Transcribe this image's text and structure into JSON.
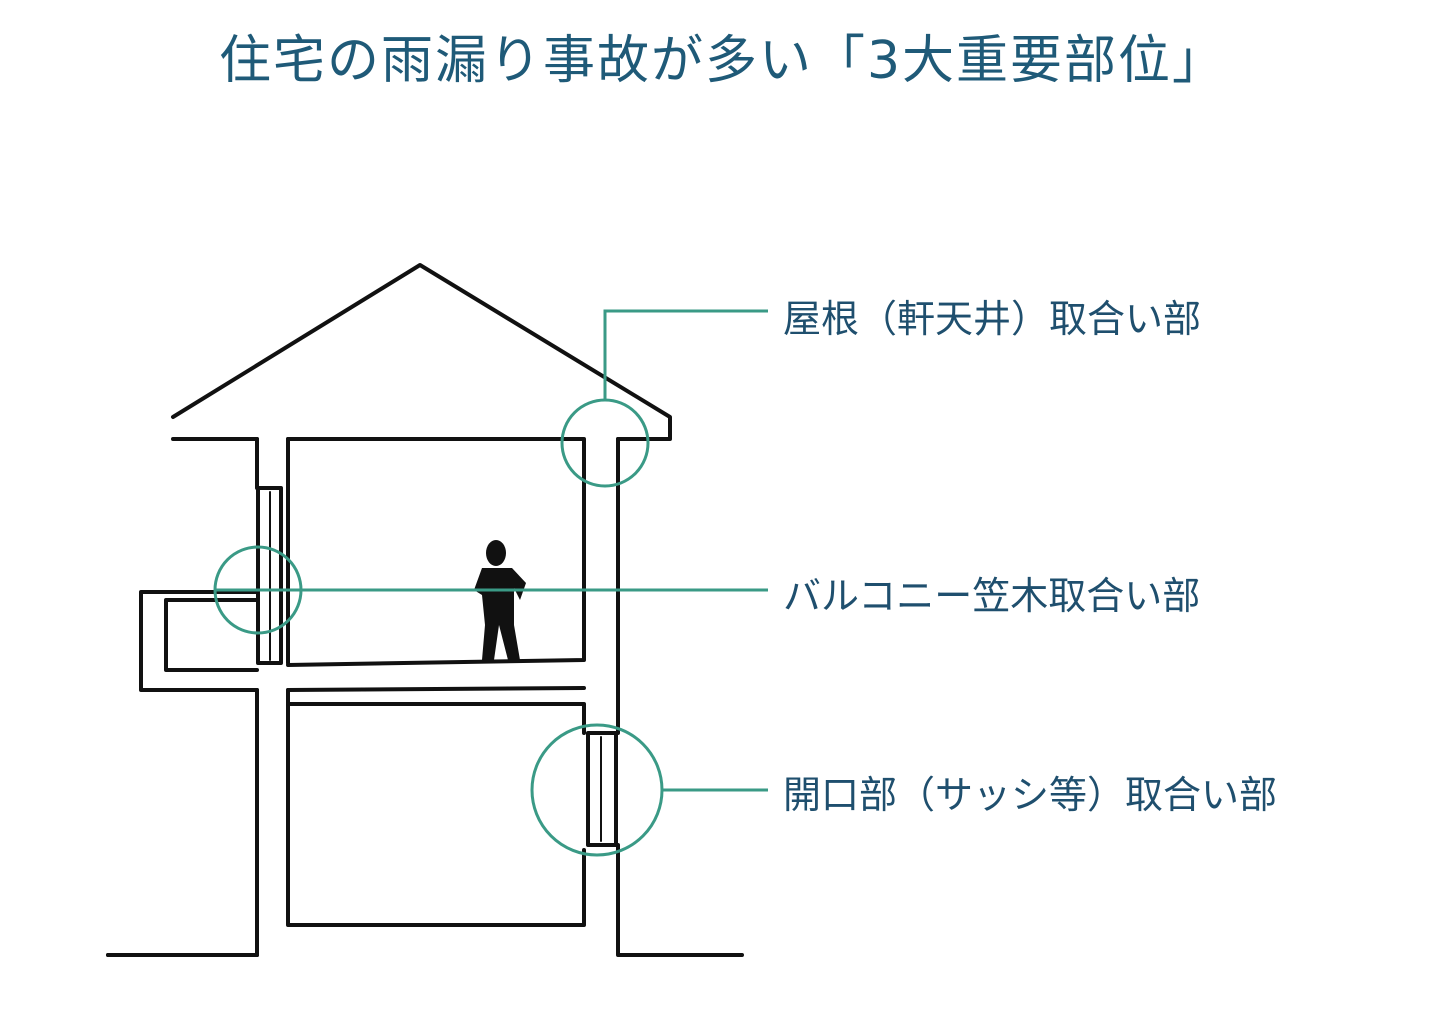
{
  "title": "住宅の雨漏り事故が多い「3大重要部位」",
  "callouts": [
    {
      "id": "roof",
      "label": "屋根（軒天井）取合い部"
    },
    {
      "id": "balcony",
      "label": "バルコニー笠木取合い部"
    },
    {
      "id": "opening",
      "label": "開口部（サッシ等）取合い部"
    }
  ],
  "colors": {
    "title": "#1f5a78",
    "label": "#1f4f6e",
    "callout_line": "#3a9a86",
    "drawing": "#111111",
    "background": "#ffffff"
  }
}
